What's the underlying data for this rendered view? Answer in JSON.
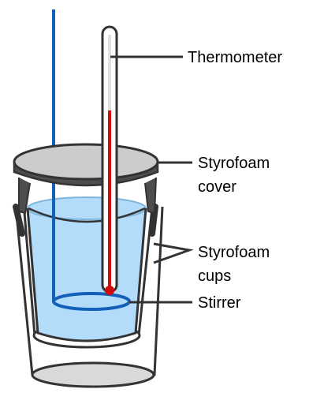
{
  "labels": {
    "thermometer": "Thermometer",
    "cover_line1": "Styrofoam",
    "cover_line2": "cover",
    "cups_line1": "Styrofoam",
    "cups_line2": "cups",
    "stirrer": "Stirrer"
  },
  "colors": {
    "outline": "#333333",
    "water": "#b3dcfb",
    "water_edge": "#7fb6dd",
    "stirrer": "#1260b8",
    "mercury": "#d10a0a",
    "cover_top": "#cccccc",
    "cover_side": "#4d4d4d",
    "cup_bottom": "#d9d9d9",
    "leader": "#333333"
  }
}
